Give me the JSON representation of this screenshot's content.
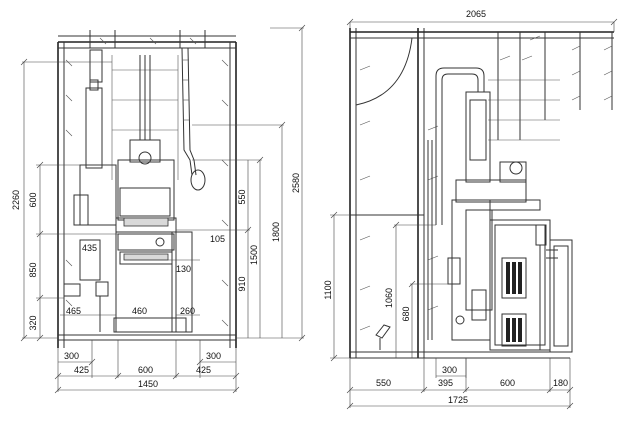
{
  "front_view": {
    "dims": {
      "d2260": "2260",
      "d600": "600",
      "d850": "850",
      "d320": "320",
      "d2580": "2580",
      "d1800": "1800",
      "d1500": "1500",
      "d910": "910",
      "d550": "550",
      "d435": "435",
      "d105": "105",
      "d130": "130",
      "d465": "465",
      "d460": "460",
      "d260": "260",
      "d300l": "300",
      "d300r": "300",
      "d425l": "425",
      "d600b": "600",
      "d425r": "425",
      "d1450": "1450"
    }
  },
  "side_view": {
    "dims": {
      "d2065": "2065",
      "d1100": "1100",
      "d1060": "1060",
      "d680": "680",
      "d300": "300",
      "d550": "550",
      "d395": "395",
      "d600": "600",
      "d180": "180",
      "d1725": "1725"
    }
  }
}
